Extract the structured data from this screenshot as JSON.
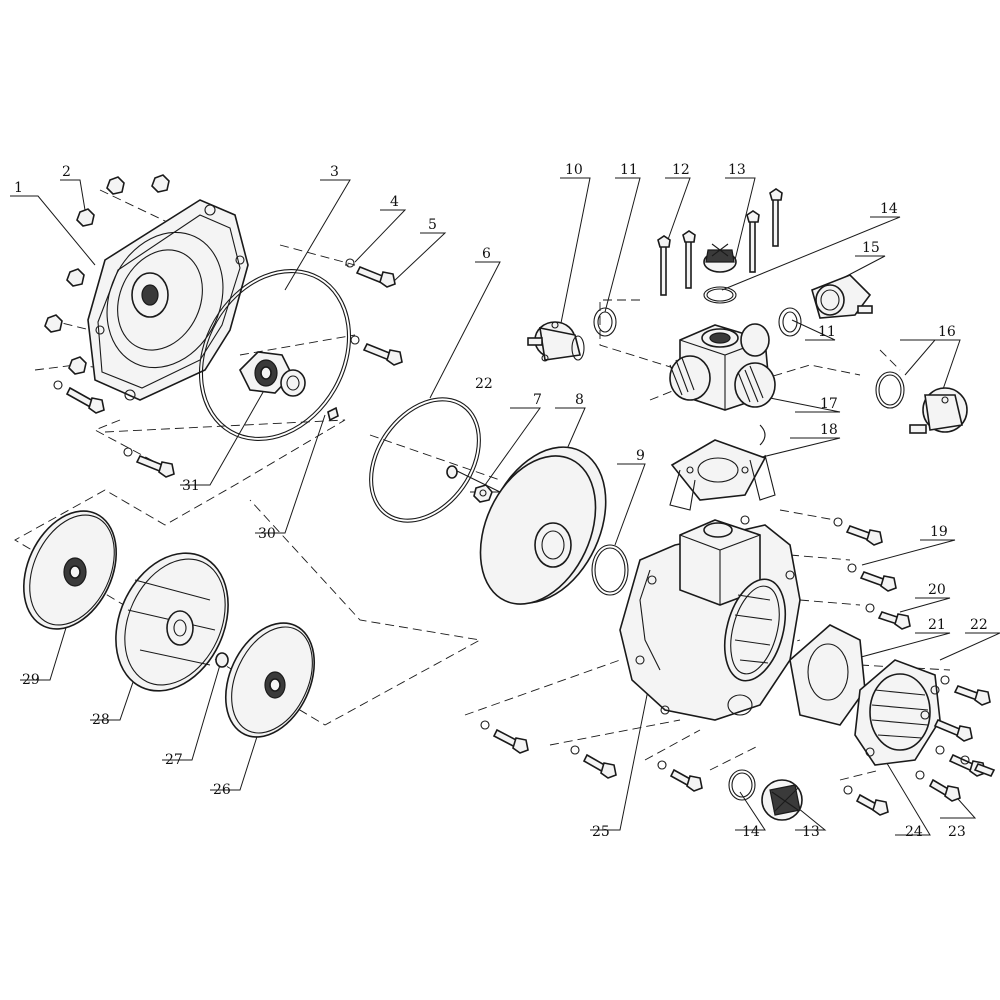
{
  "callouts": [
    {
      "num": "1"
    },
    {
      "num": "2"
    },
    {
      "num": "3"
    },
    {
      "num": "4"
    },
    {
      "num": "5"
    },
    {
      "num": "6"
    },
    {
      "num": "7"
    },
    {
      "num": "8"
    },
    {
      "num": "9"
    },
    {
      "num": "10"
    },
    {
      "num": "11"
    },
    {
      "num": "12"
    },
    {
      "num": "13"
    },
    {
      "num": "14"
    },
    {
      "num": "15"
    },
    {
      "num": "16"
    },
    {
      "num": "11"
    },
    {
      "num": "17"
    },
    {
      "num": "18"
    },
    {
      "num": "19"
    },
    {
      "num": "20"
    },
    {
      "num": "21"
    },
    {
      "num": "22"
    },
    {
      "num": "23"
    },
    {
      "num": "24"
    },
    {
      "num": "25"
    },
    {
      "num": "13"
    },
    {
      "num": "14"
    },
    {
      "num": "26"
    },
    {
      "num": "27"
    },
    {
      "num": "28"
    },
    {
      "num": "29"
    },
    {
      "num": "30"
    },
    {
      "num": "31"
    },
    {
      "num": "22"
    }
  ],
  "colors": {
    "line": "#1a1a1a",
    "background": "#ffffff"
  }
}
